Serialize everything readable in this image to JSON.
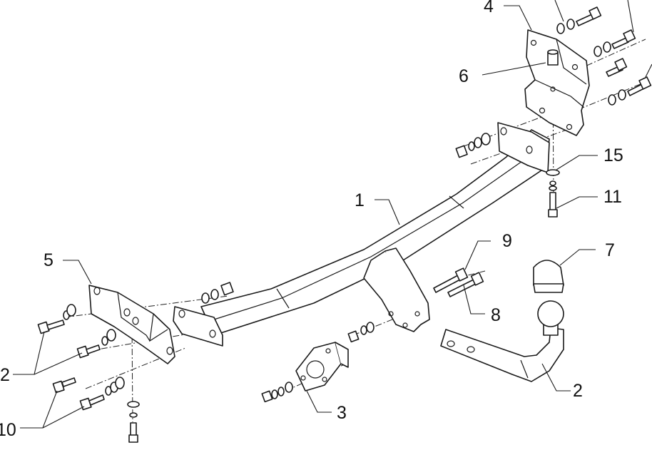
{
  "labels": {
    "main_crossbar": "1",
    "ball_neck_tow": "2",
    "ball_neck_left": "2",
    "socket_plate": "3",
    "right_bracket": "4",
    "left_bracket": "5",
    "spacer_sleeve": "6",
    "ball_cap": "7",
    "bolt_long": "8",
    "bolt_long_upper": "9",
    "bolt_short_left": "10",
    "bolt_vertical": "11",
    "washer_large": "15"
  }
}
